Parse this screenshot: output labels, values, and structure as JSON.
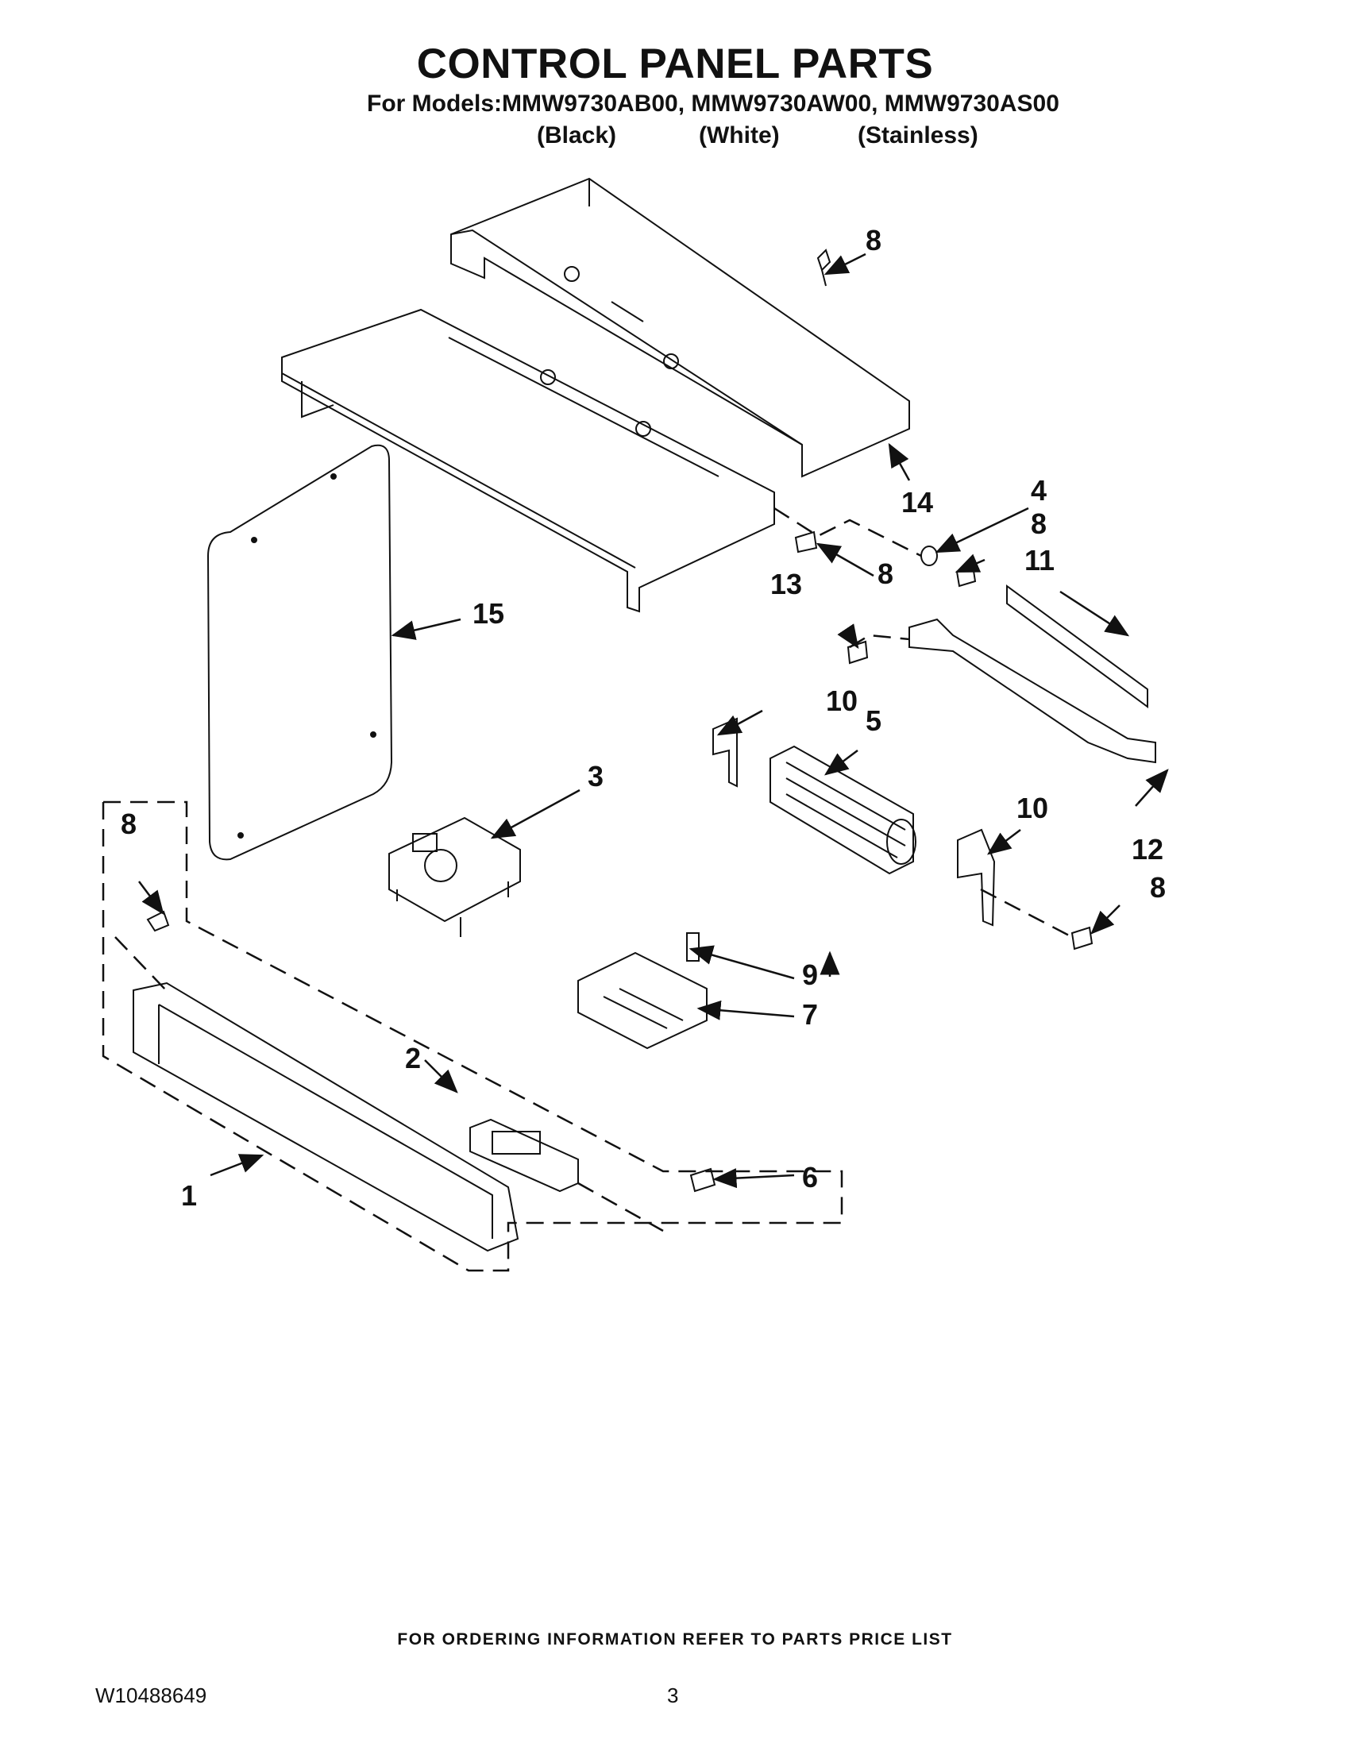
{
  "header": {
    "title": "CONTROL PANEL PARTS",
    "models_line": "For Models:MMW9730AB00, MMW9730AW00, MMW9730AS00",
    "finishes": [
      "(Black)",
      "(White)",
      "(Stainless)"
    ]
  },
  "diagram": {
    "callouts": [
      "1",
      "2",
      "3",
      "4",
      "5",
      "6",
      "7",
      "8",
      "9",
      "10",
      "11",
      "12",
      "13",
      "14",
      "15"
    ]
  },
  "footer": {
    "ordering_note": "FOR ORDERING INFORMATION REFER TO PARTS PRICE LIST",
    "document_number": "W10488649",
    "page_number": "3"
  }
}
